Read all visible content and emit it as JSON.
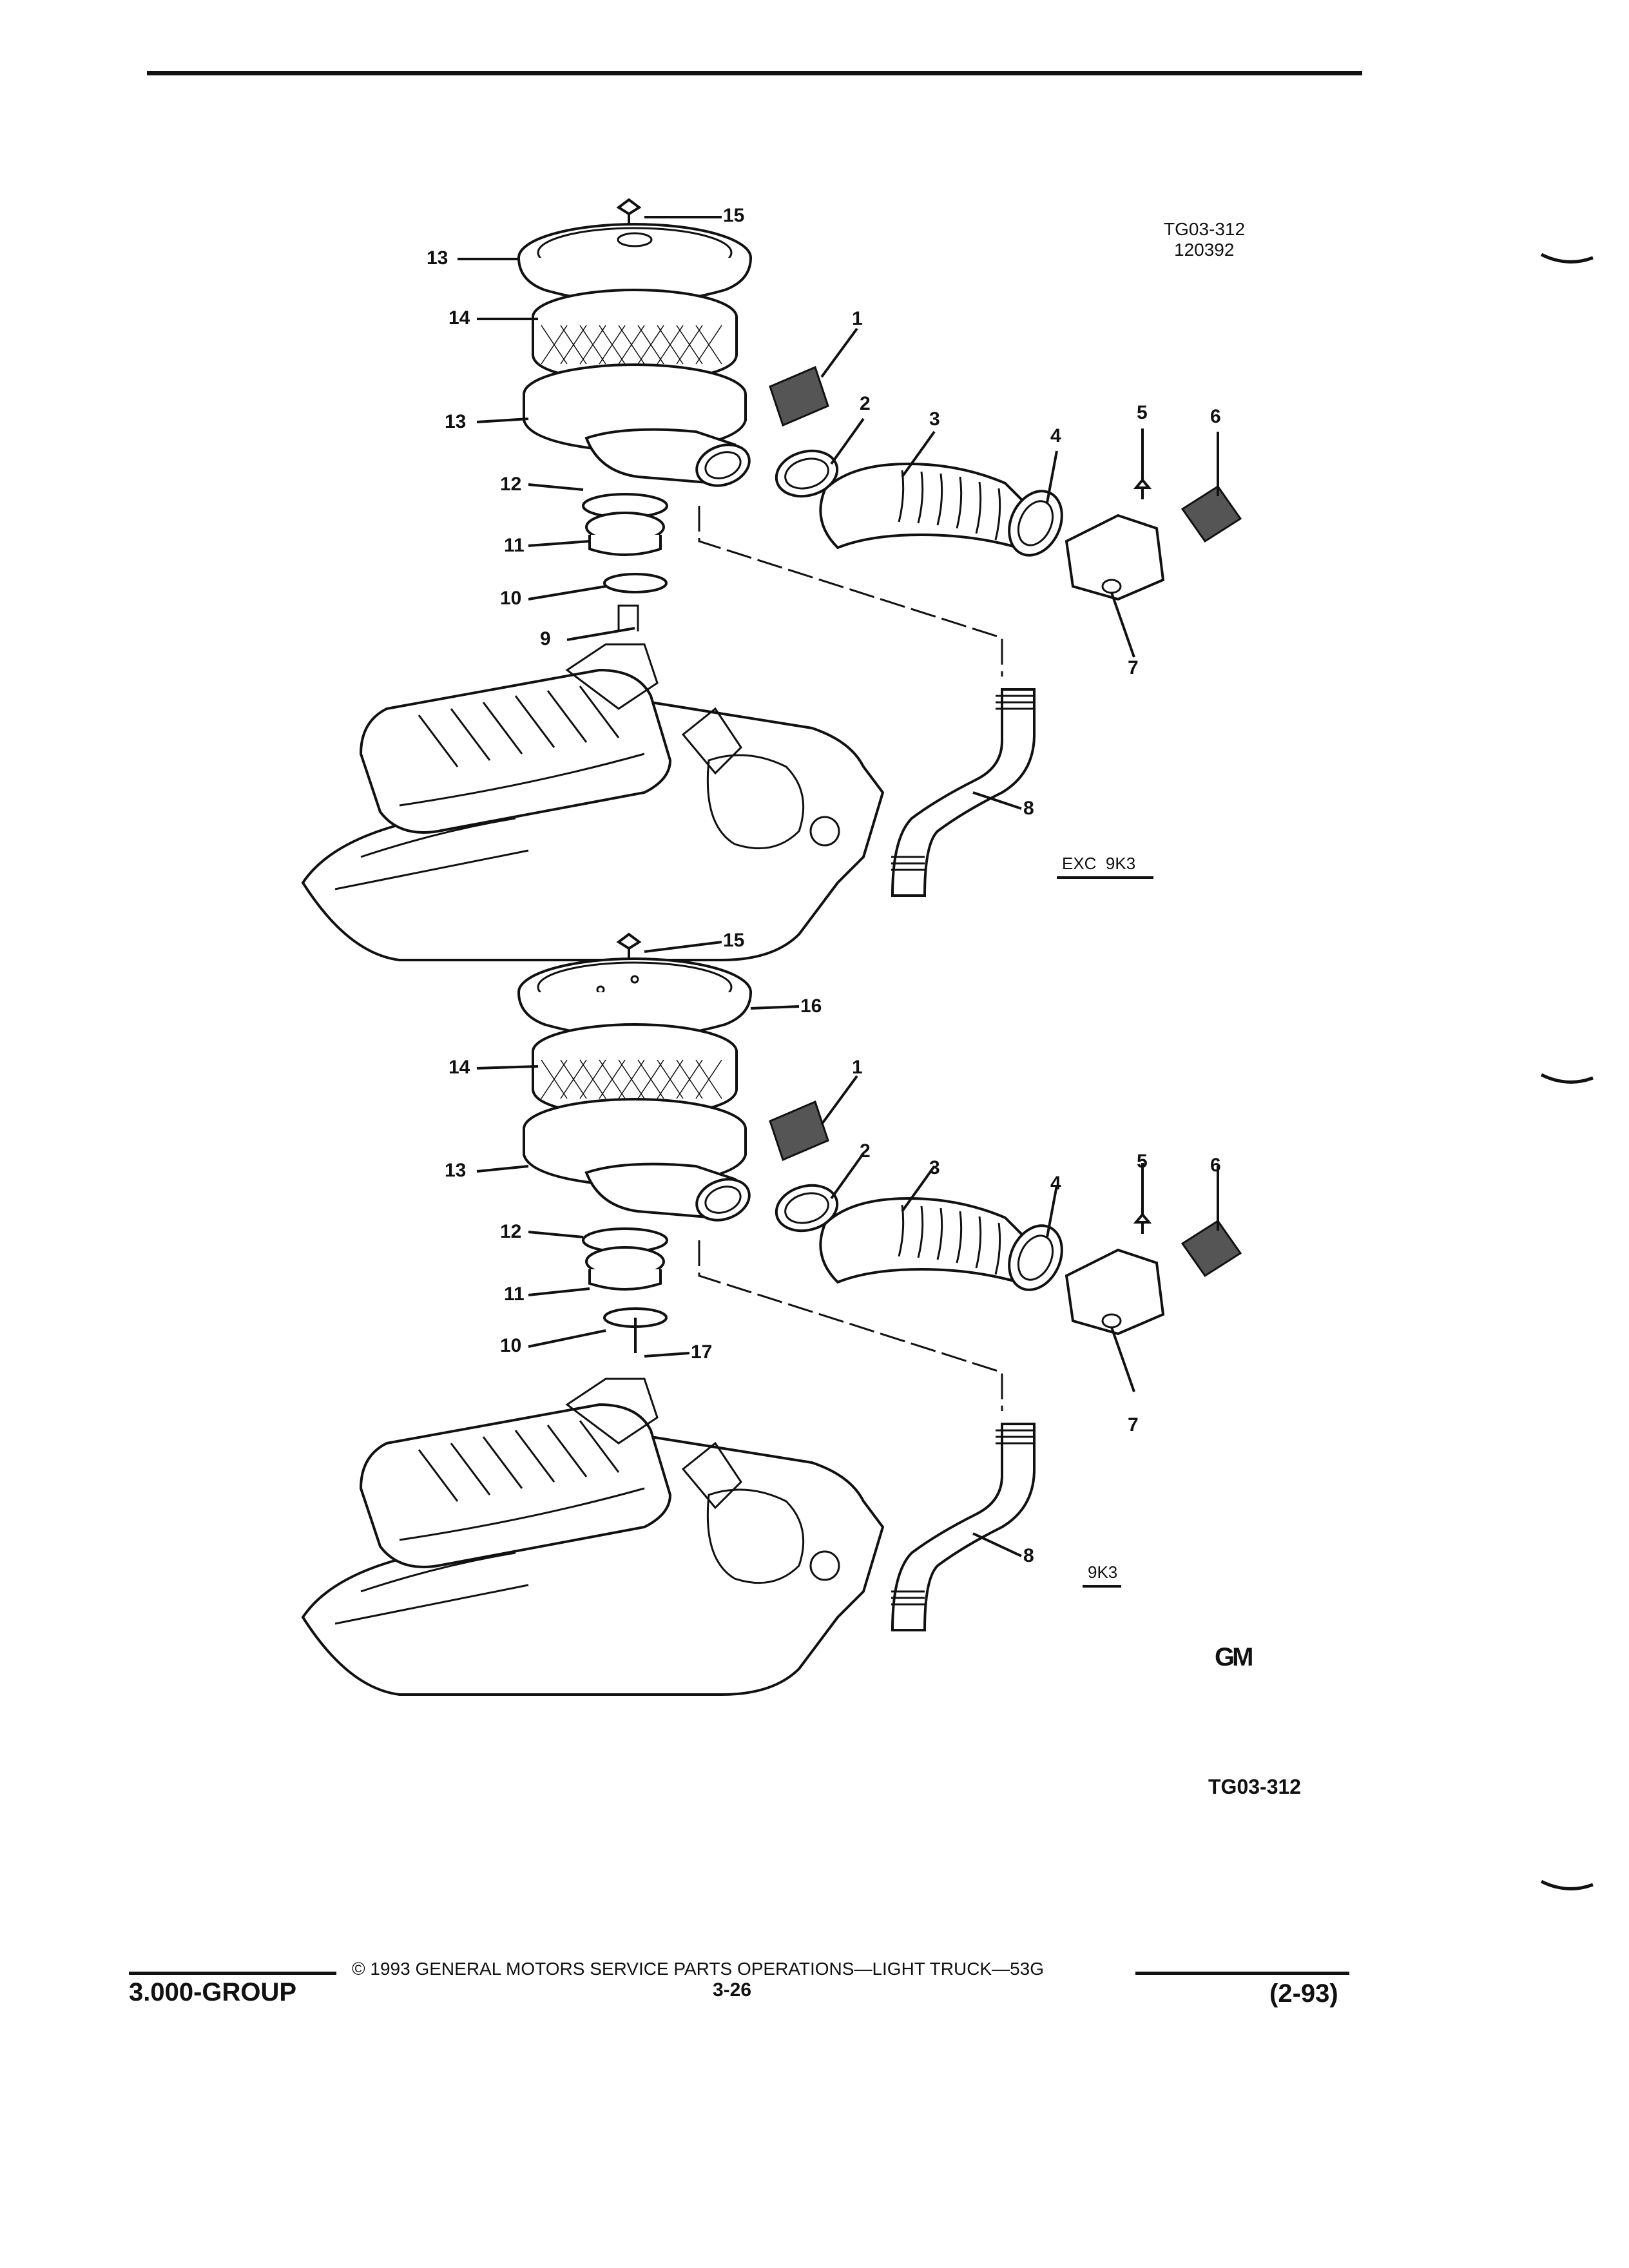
{
  "header": {
    "rule": true
  },
  "figure_refs": {
    "id": "TG03-312",
    "date": "120392"
  },
  "top_view": {
    "variant": "EXC  9K3",
    "callouts": [
      "15",
      "13",
      "14",
      "13",
      "1",
      "2",
      "3",
      "4",
      "5",
      "6",
      "12",
      "11",
      "10",
      "9",
      "7",
      "8"
    ]
  },
  "bottom_view": {
    "variant": "9K3",
    "callouts": [
      "15",
      "16",
      "14",
      "1",
      "13",
      "2",
      "3",
      "4",
      "5",
      "6",
      "12",
      "11",
      "10",
      "17",
      "7",
      "8"
    ]
  },
  "logo_text": "GM",
  "figure_id_bottom": "TG03-312",
  "footer": {
    "copyright": "©  1993  GENERAL MOTORS SERVICE PARTS OPERATIONS—LIGHT TRUCK—53G",
    "group": "3.000-GROUP",
    "page": "3-26",
    "date": "(2-93)"
  }
}
